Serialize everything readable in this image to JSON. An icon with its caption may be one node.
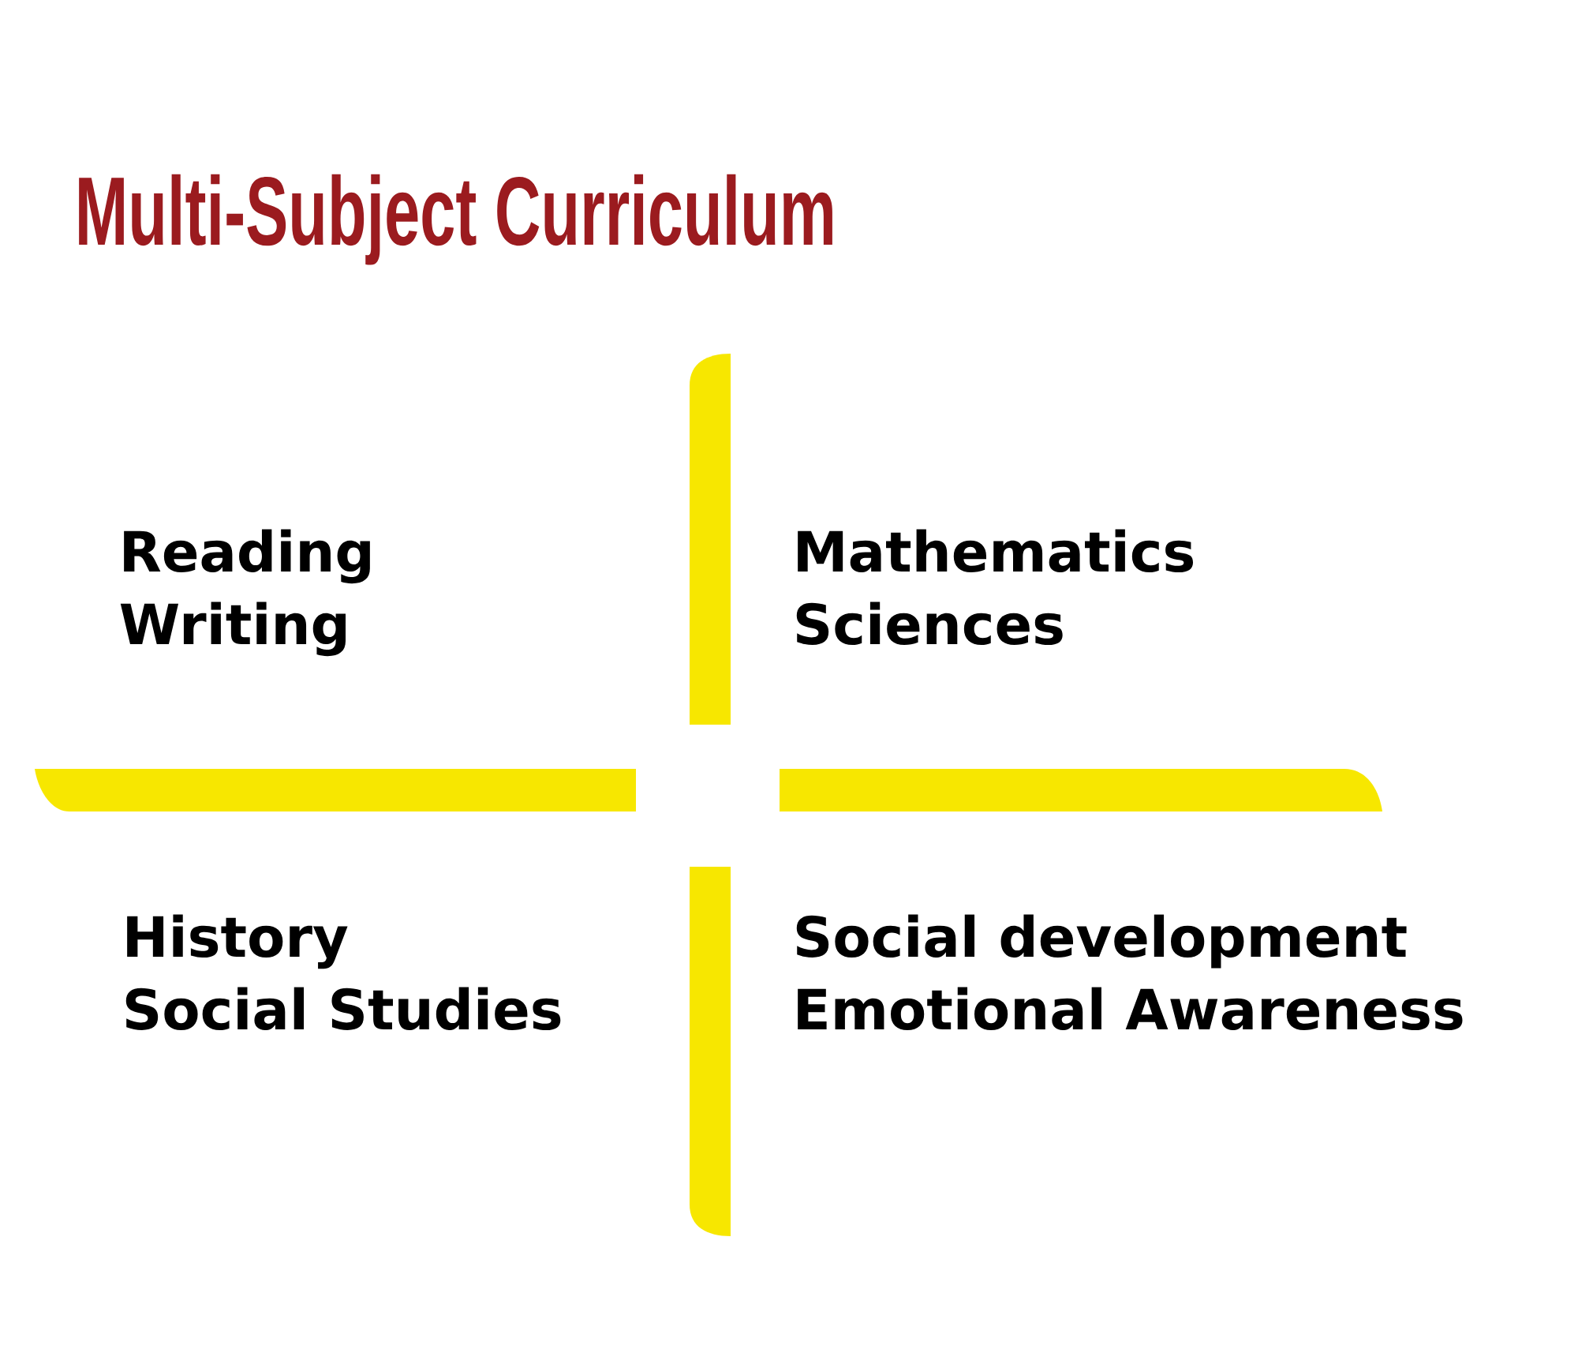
{
  "diagram": {
    "title": "Multi-Subject Curriculum",
    "labels": [
      "Reading",
      "Writing",
      "Mathematics",
      "Sciences",
      "History",
      "Social Studies",
      "Social development",
      "Emotional Awareness"
    ]
  }
}
